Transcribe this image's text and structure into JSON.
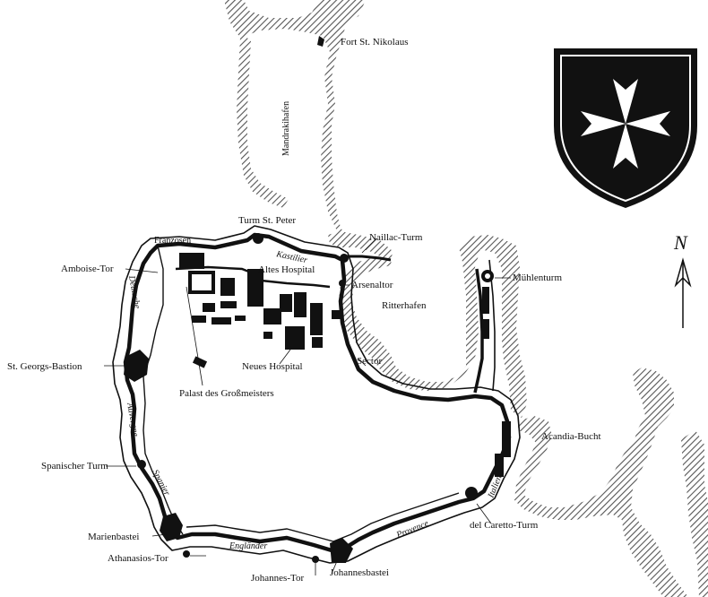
{
  "labels": {
    "fort_st_nikolaus": "Fort St. Nikolaus",
    "mandrakihafen": "Mandrakihafen",
    "turm_st_peter": "Turm St. Peter",
    "franzosen": "Franzosen",
    "kastilier": "Kastilier",
    "naillac_turm": "Naillac-Turm",
    "amboise_tor": "Amboise-Tor",
    "altes_hospital": "Altes Hospital",
    "arsenaltor": "Arsenaltor",
    "muehlenturm": "Mühlenturm",
    "deutsche": "Deutsche",
    "ritterhafen": "Ritterhafen",
    "neues_hospital": "Neues Hospital",
    "sector": "Sector",
    "st_georgs_bastion": "St. Georgs-Bastion",
    "palast": "Palast des Großmeisters",
    "auvergne": "Auvergne",
    "acandia_bucht": "Acandia-Bucht",
    "spanischer_turm": "Spanischer Turm",
    "spanier": "Spanier",
    "italien": "Italien",
    "del_caretto_turm": "del Caretto-Turm",
    "provence": "Provence",
    "marienbastei": "Marienbastei",
    "englaender": "Engländer",
    "athanasios_tor": "Athanasios-Tor",
    "johannes_tor": "Johannes-Tor",
    "johannesbastei": "Johannesbastei"
  },
  "north_letter": "N",
  "colors": {
    "ink": "#111111",
    "paper": "#ffffff",
    "hatch": "#555555",
    "cross": "#ffffff"
  },
  "icons": {
    "coat_of_arms": "maltese-cross-shield-icon",
    "north_arrow": "north-arrow-icon"
  }
}
